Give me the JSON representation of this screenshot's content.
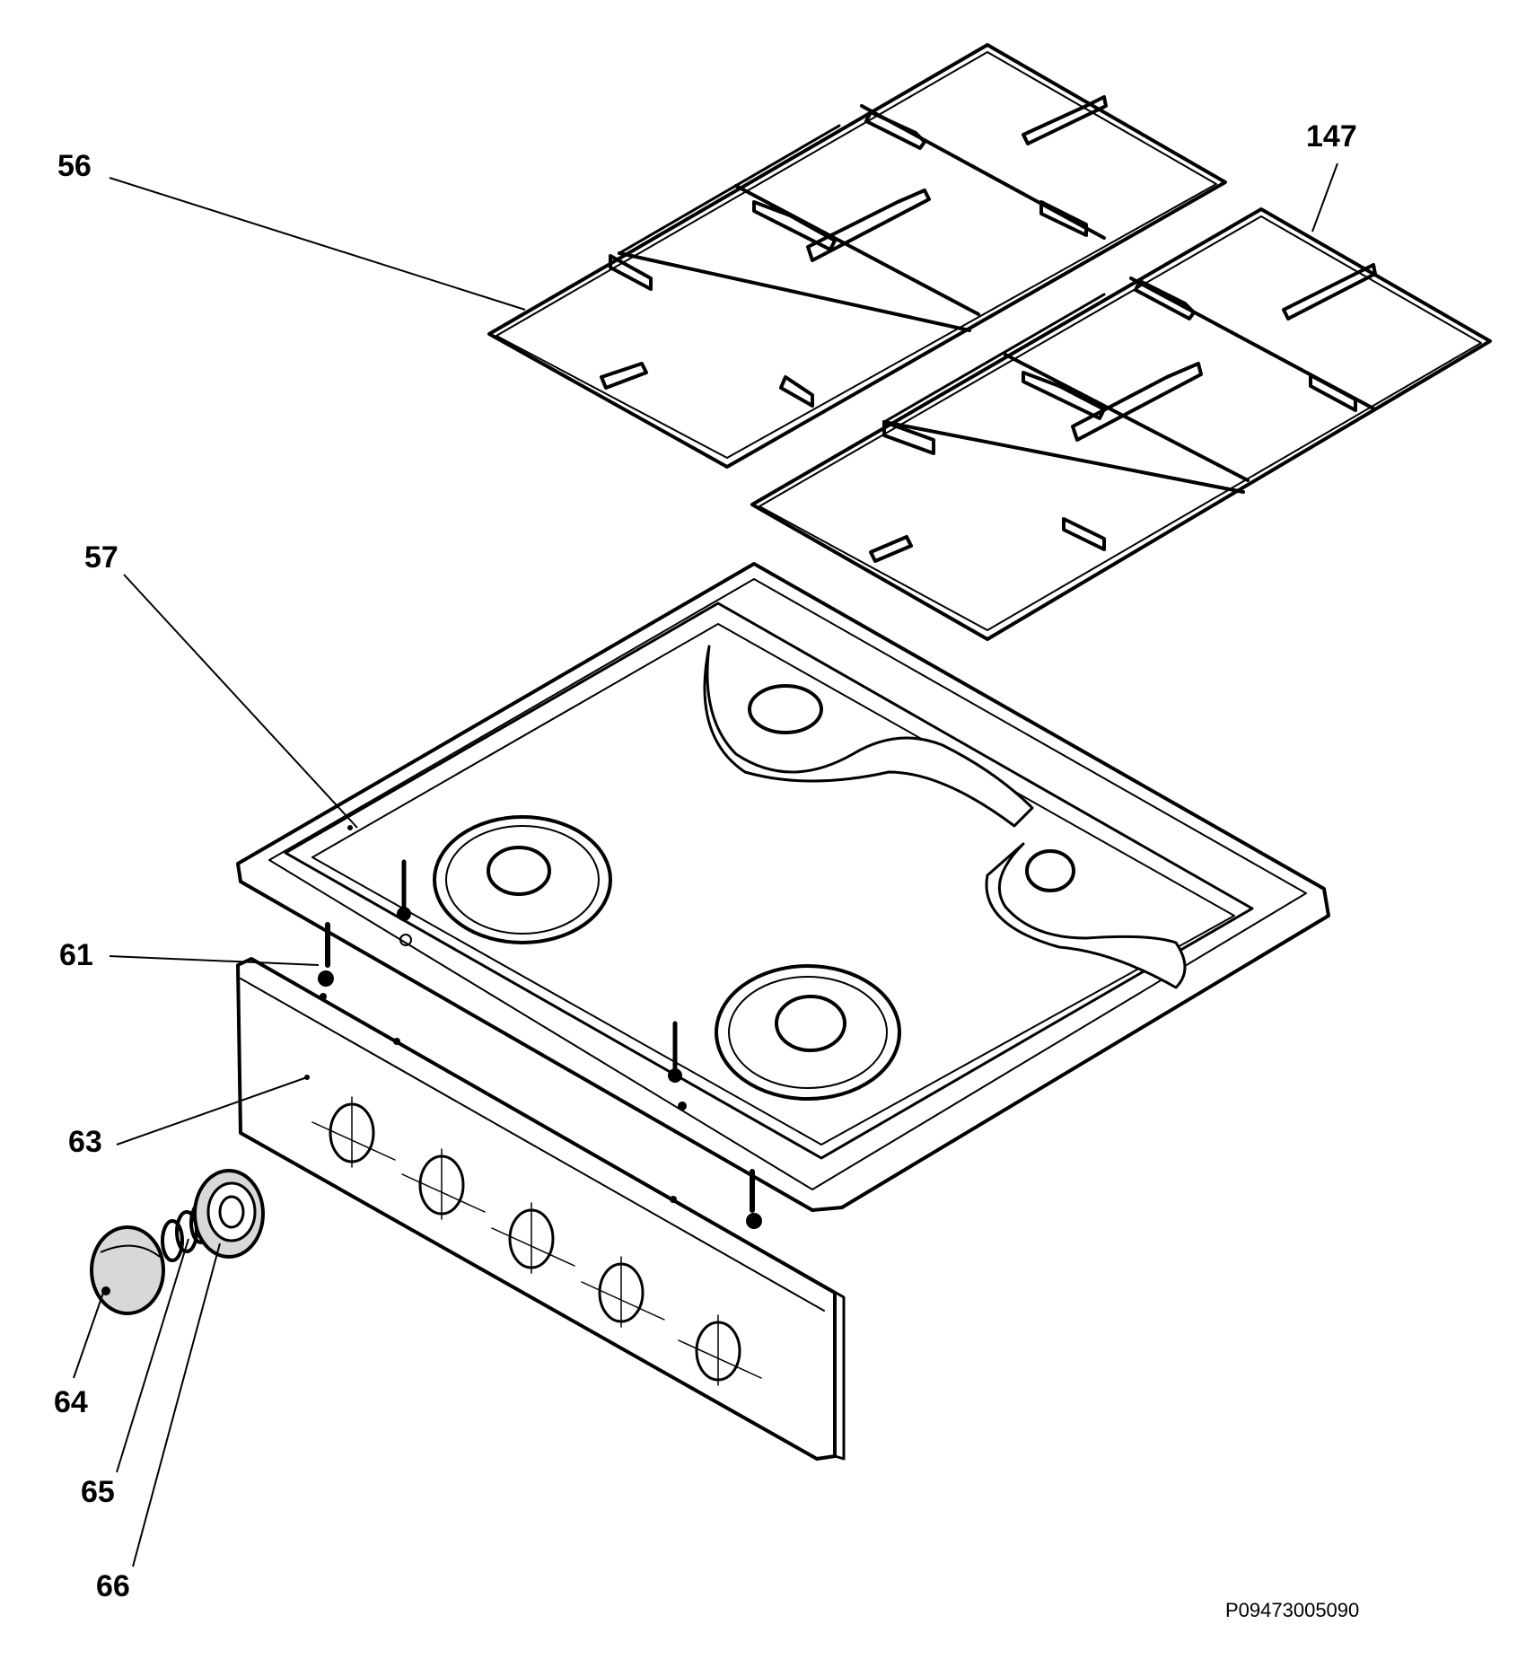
{
  "labels": {
    "p56": "56",
    "p147": "147",
    "p57": "57",
    "p61": "61",
    "p63": "63",
    "p64": "64",
    "p65": "65",
    "p66": "66"
  },
  "reference_code": "P09473005090",
  "colors": {
    "line": "#000000",
    "fill": "#ffffff",
    "shade": "#d8d8d8"
  }
}
